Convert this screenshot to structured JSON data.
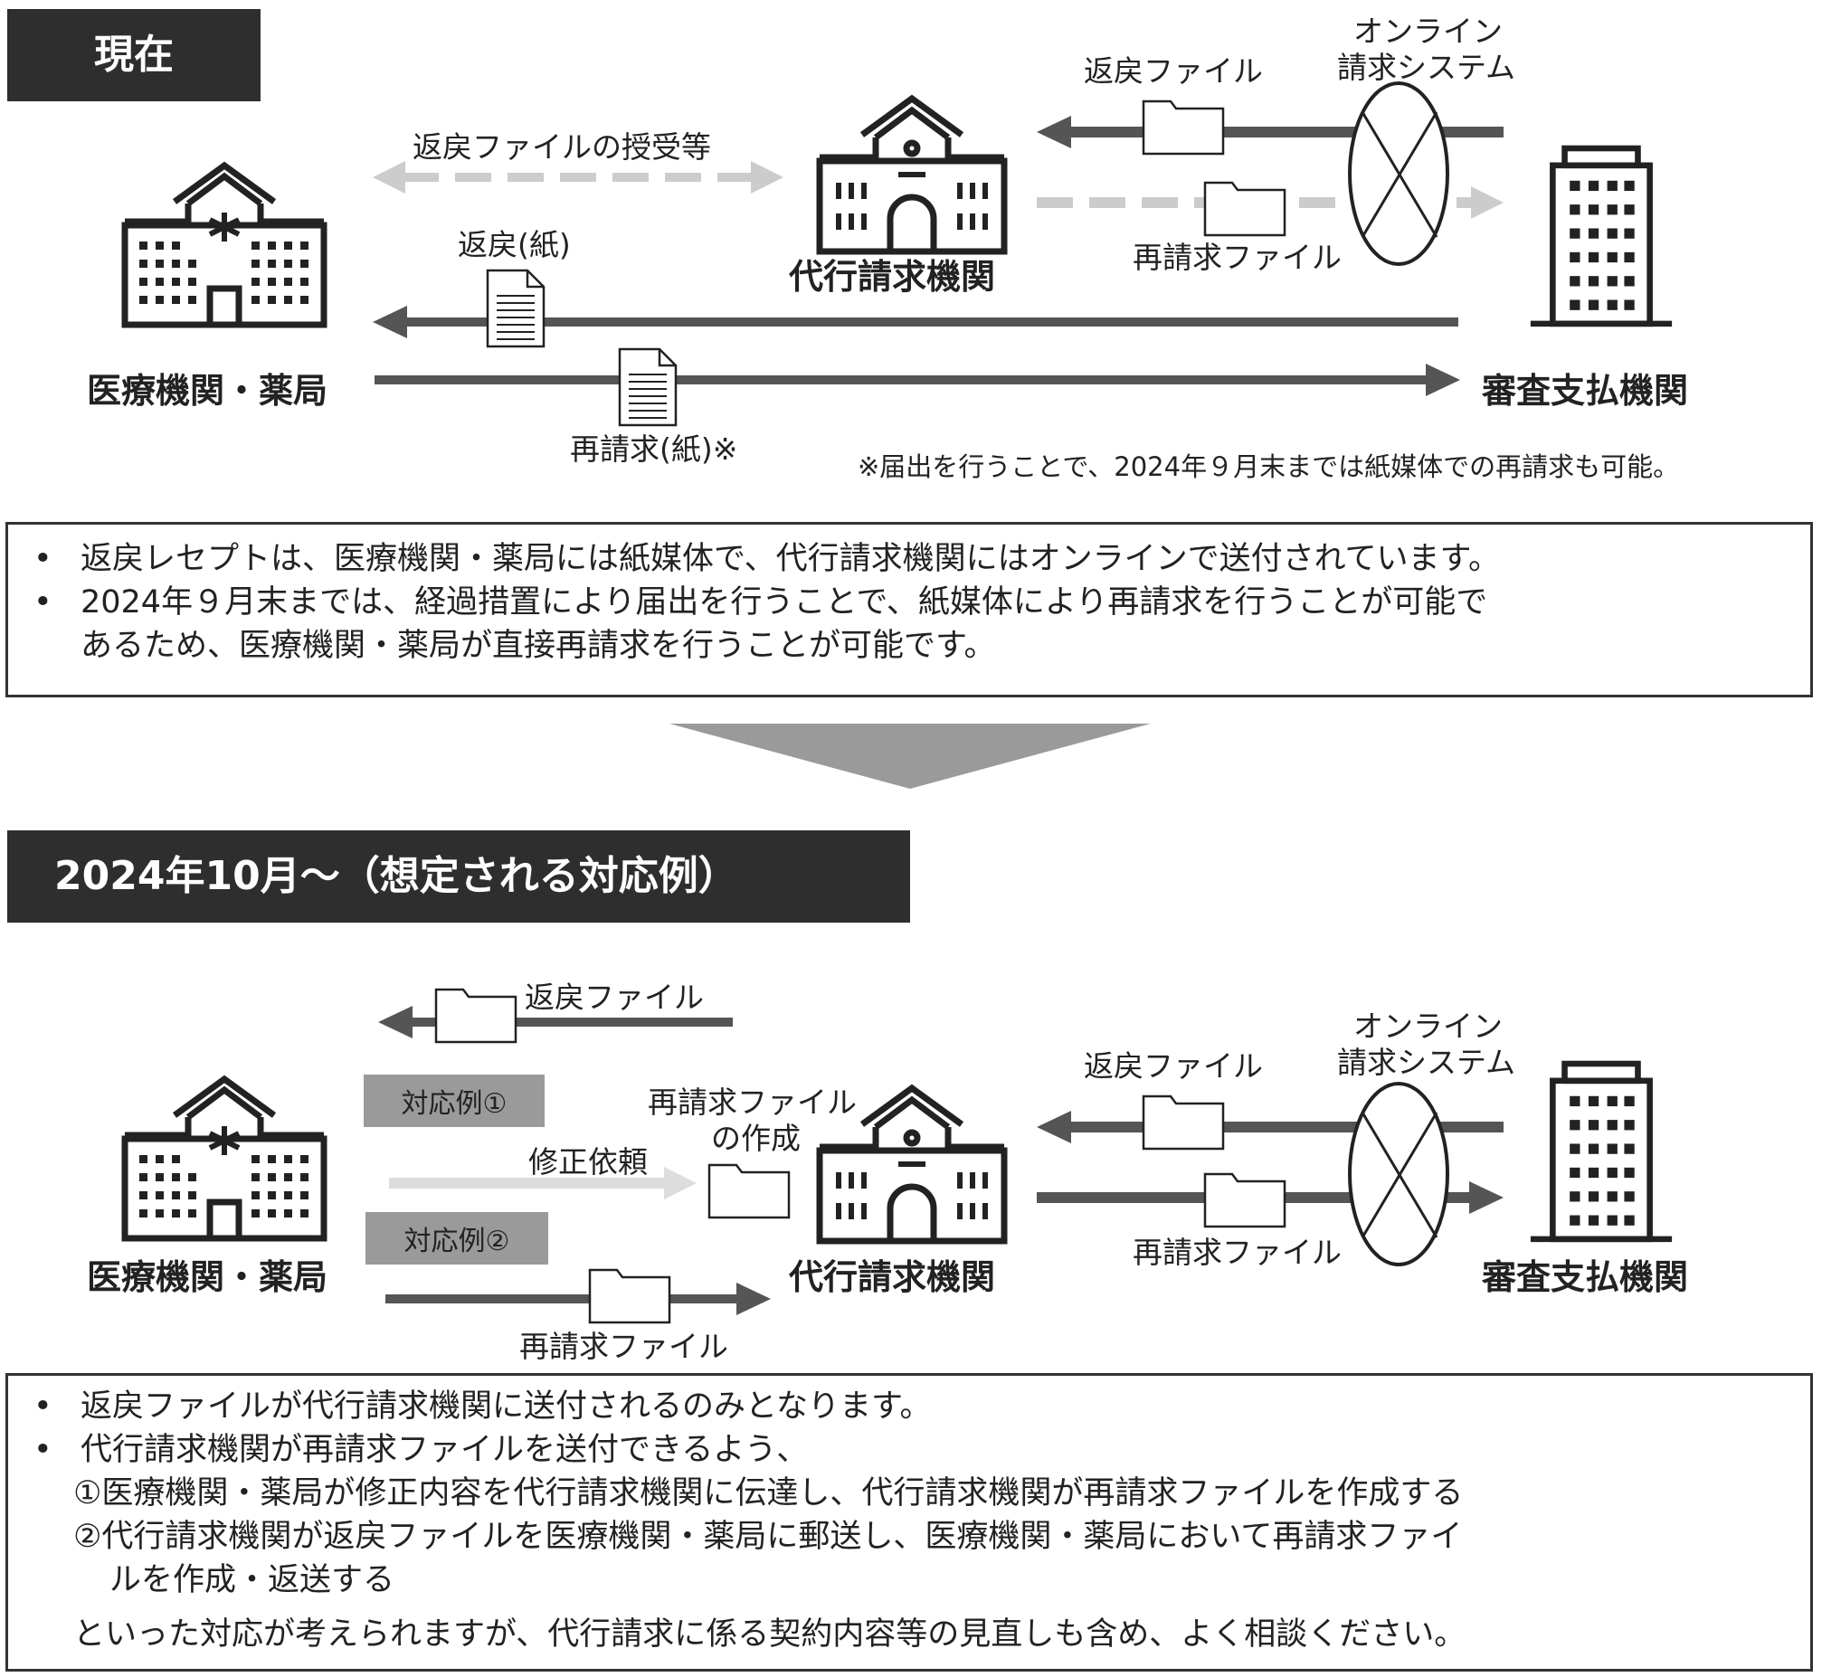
{
  "colors": {
    "header_bg": "#2e2e2e",
    "arrow_dark": "#555555",
    "arrow_light": "#cccccc",
    "tag_bg": "#9a9a9a"
  },
  "current": {
    "header": "現在",
    "labels": {
      "return_file_top": "返戻ファイル",
      "online_system": [
        "オンライン",
        "請求システム"
      ],
      "exchange": "返戻ファイルの授受等",
      "return_paper": "返戻(紙)",
      "reclaim_file": "再請求ファイル",
      "reclaim_paper": "再請求(紙)※"
    },
    "nodes": {
      "hospital": "医療機関・薬局",
      "agency": "代行請求機関",
      "payer": "審査支払機関"
    },
    "note": "※届出を行うことで、2024年９月末までは紙媒体での再請求も可能。",
    "bullets": [
      "返戻レセプトは、医療機関・薬局には紙媒体で、代行請求機関にはオンラインで送付されています。",
      "2024年９月末までは、経過措置により届出を行うことで、紙媒体により再請求を行うことが可能で",
      "あるため、医療機関・薬局が直接再請求を行うことが可能です。"
    ]
  },
  "future": {
    "header": "2024年10月～（想定される対応例）",
    "labels": {
      "return_file_left": "返戻ファイル",
      "return_file_right": "返戻ファイル",
      "online_system": [
        "オンライン",
        "請求システム"
      ],
      "case1": "対応例①",
      "case2": "対応例②",
      "fix_request": "修正依頼",
      "create_reclaim": [
        "再請求ファイル",
        "の作成"
      ],
      "reclaim_file_right": "再請求ファイル",
      "reclaim_file_bottom": "再請求ファイル"
    },
    "nodes": {
      "hospital": "医療機関・薬局",
      "agency": "代行請求機関",
      "payer": "審査支払機関"
    },
    "bullets": [
      "返戻ファイルが代行請求機関に送付されるのみとなります。",
      "代行請求機関が再請求ファイルを送付できるよう、",
      "①医療機関・薬局が修正内容を代行請求機関に伝達し、代行請求機関が再請求ファイルを作成する",
      "②代行請求機関が返戻ファイルを医療機関・薬局に郵送し、医療機関・薬局において再請求ファイ",
      "ルを作成・返送する",
      "といった対応が考えられますが、代行請求に係る契約内容等の見直しも含め、よく相談ください。"
    ]
  },
  "icons": [
    "hospital-icon",
    "agency-building-icon",
    "office-tower-icon",
    "folder-icon",
    "paper-document-icon",
    "blocked-system-icon",
    "down-triangle-icon"
  ]
}
